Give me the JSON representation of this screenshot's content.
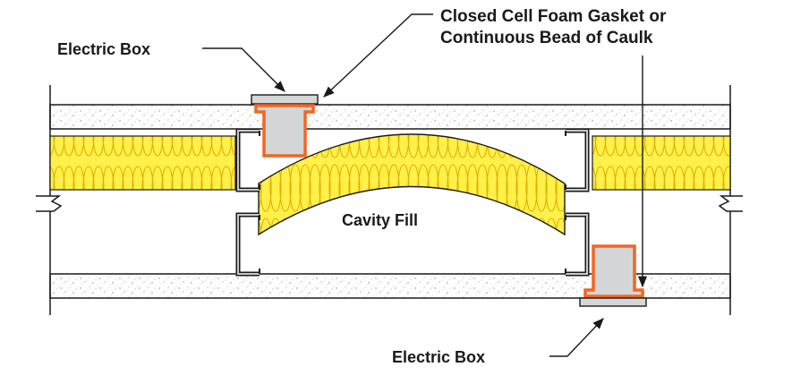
{
  "labels": {
    "electric_box_top": "Electric Box",
    "gasket_line1": "Closed Cell Foam Gasket or",
    "gasket_line2": "Continuous Bead of Caulk",
    "cavity_fill": "Cavity Fill",
    "electric_box_bottom": "Electric Box"
  },
  "colors": {
    "box_outline": "#f26722",
    "box_fill": "#d4d6d8",
    "insulation_fill": "#fff04a",
    "insulation_wave": "#e0b000",
    "drywall_speckle": "#8a8a8a",
    "stud_fill": "#c7c9cb",
    "line": "#1a1a1a"
  }
}
